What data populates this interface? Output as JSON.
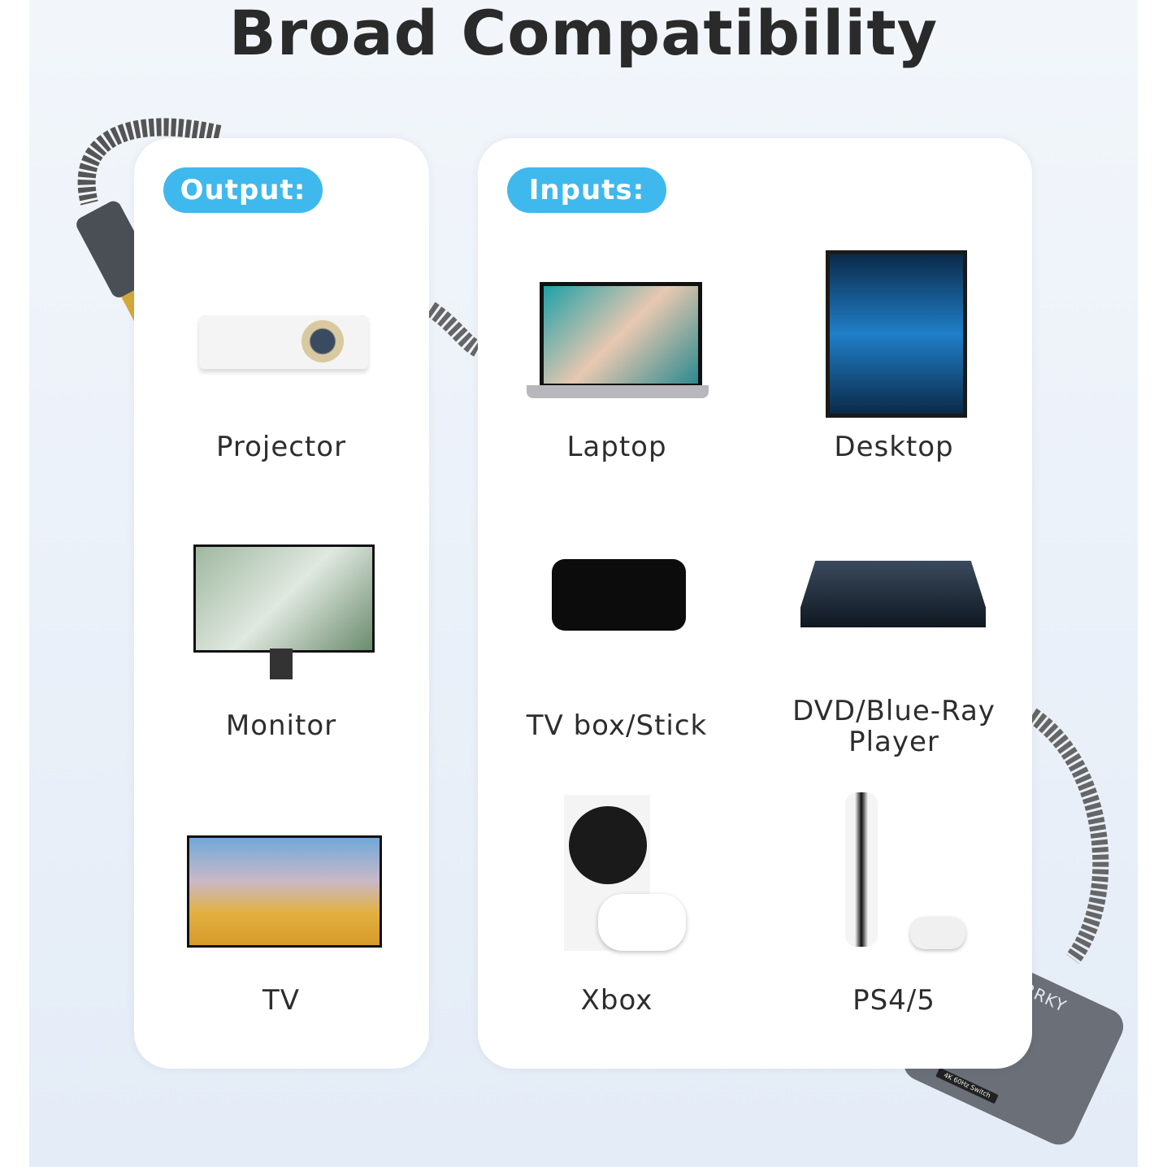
{
  "title": "Broad Compatibility",
  "output": {
    "badge": "Output:",
    "devices": [
      {
        "label": "Projector",
        "icon": "projector"
      },
      {
        "label": "Monitor",
        "icon": "monitor"
      },
      {
        "label": "TV",
        "icon": "tv"
      }
    ]
  },
  "inputs": {
    "badge": "Inputs:",
    "devices": [
      {
        "label": "Laptop",
        "icon": "laptop"
      },
      {
        "label": "Desktop",
        "icon": "desktop"
      },
      {
        "label": "TV box/Stick",
        "icon": "tv-box"
      },
      {
        "label": "DVD/Blue-Ray Player",
        "icon": "dvd-player"
      },
      {
        "label": "Xbox",
        "icon": "xbox"
      },
      {
        "label": "PS4/5",
        "icon": "ps5"
      }
    ]
  },
  "product": {
    "brand": "WARRKY",
    "switch_label": "4K 60Hz Switch"
  },
  "colors": {
    "badge": "#3fb8ee",
    "background": "#eef3fa",
    "title": "#2a2a2a"
  }
}
